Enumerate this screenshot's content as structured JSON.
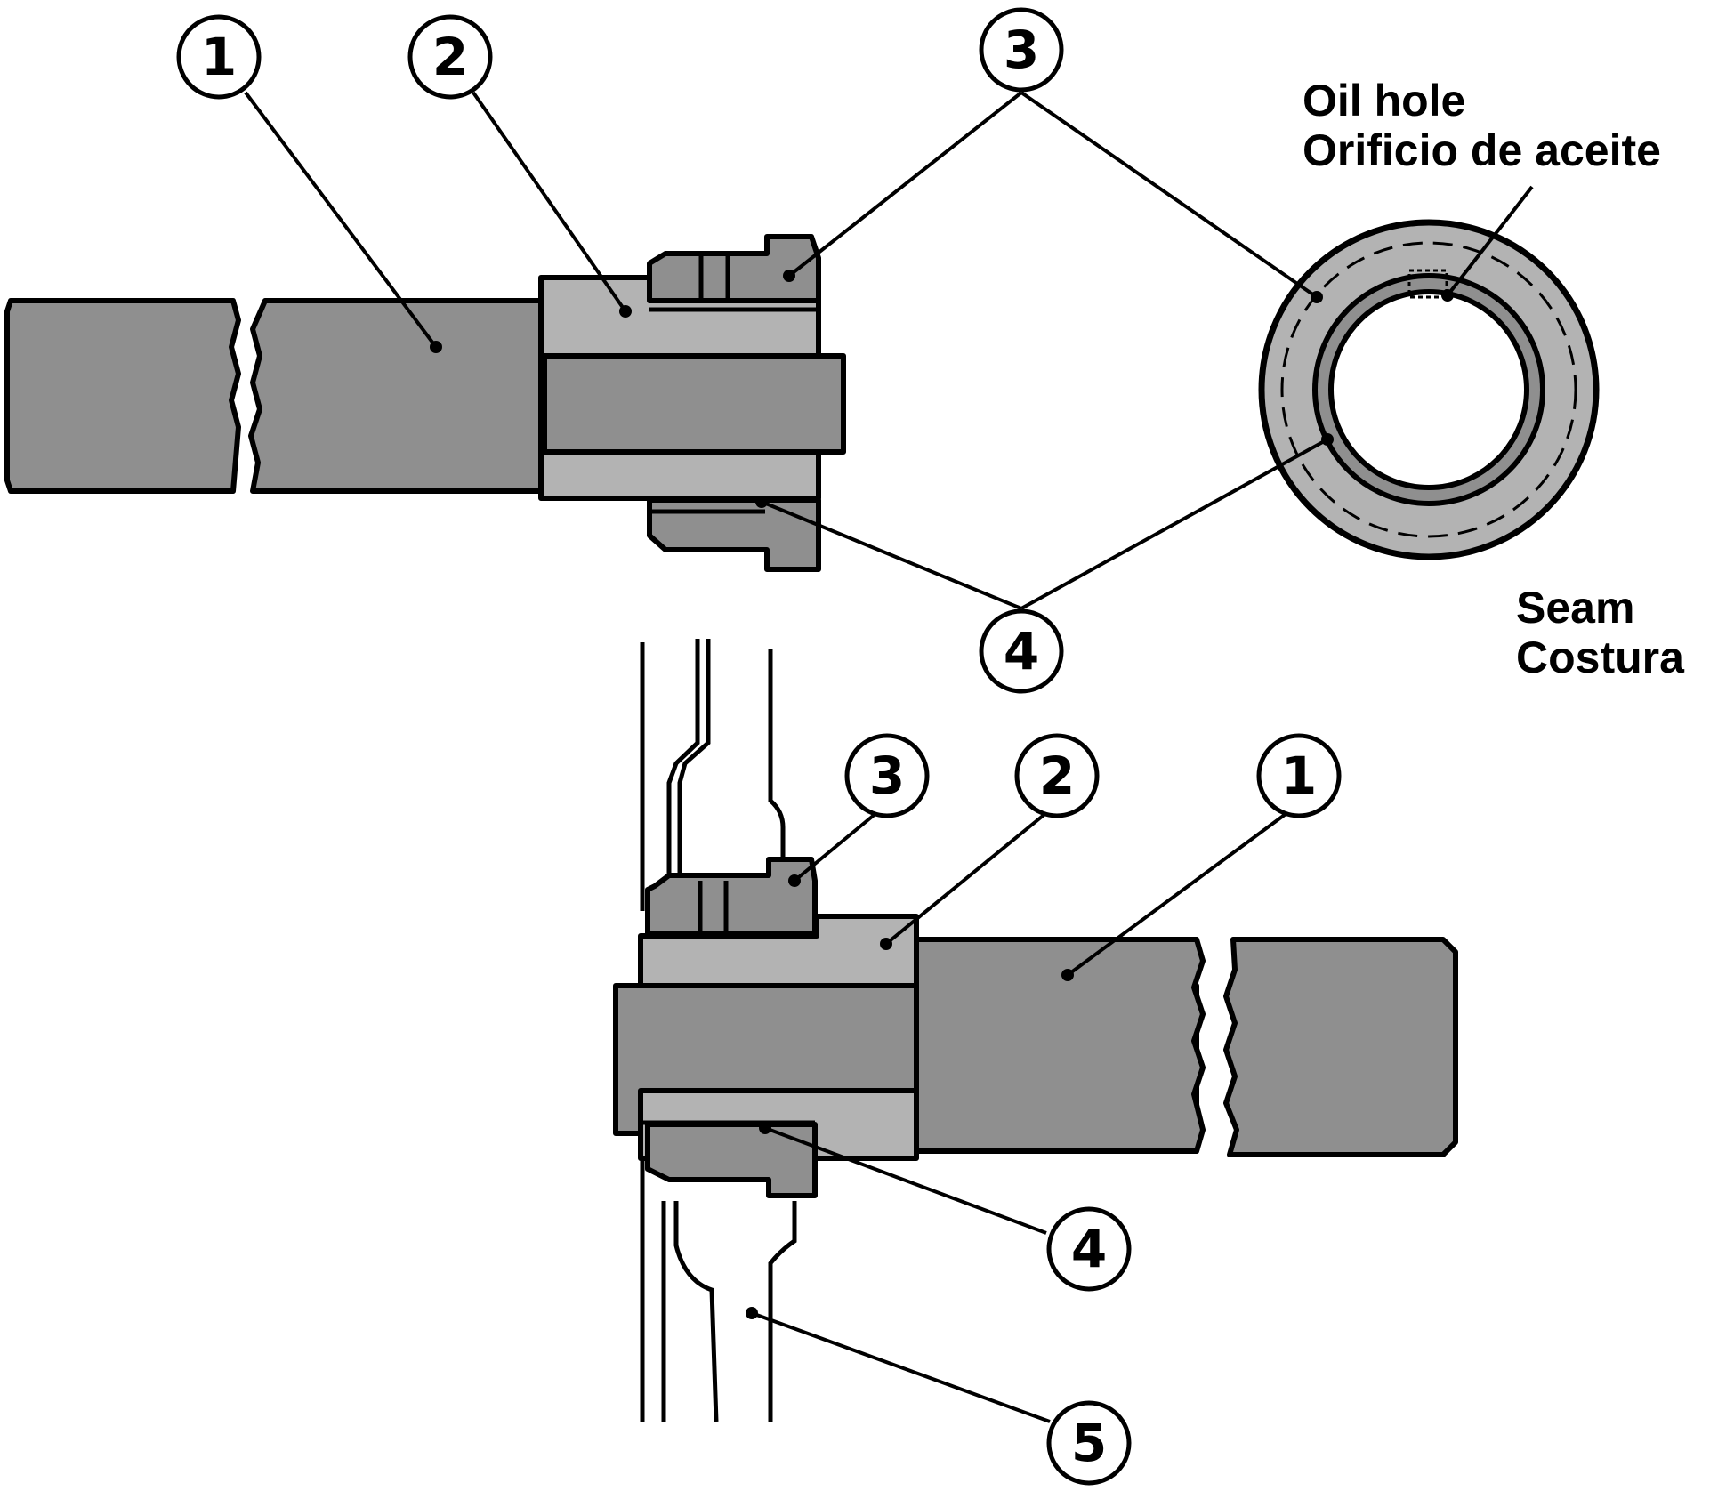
{
  "callouts": {
    "c1": "1",
    "c2": "2",
    "c3": "3",
    "c4": "4",
    "c5": "5"
  },
  "labels": {
    "oil_hole_en": "Oil hole",
    "oil_hole_es": "Orificio de aceite",
    "seam_en": "Seam",
    "seam_es": "Costura"
  },
  "colors": {
    "dark_part": "#8f8f8f",
    "light_part": "#b3b3b3",
    "outline": "#000000",
    "background": "#ffffff"
  }
}
